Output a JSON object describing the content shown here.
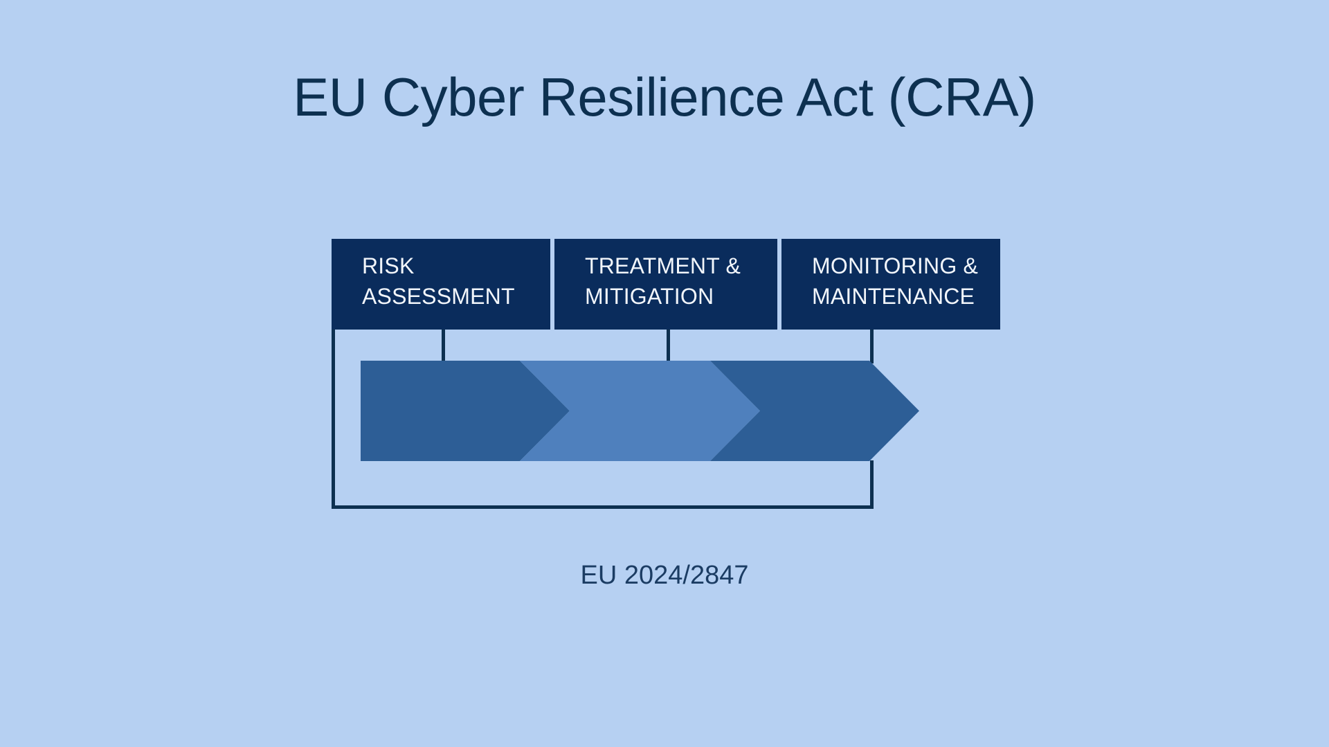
{
  "slide": {
    "title": "EU Cyber Resilience Act (CRA)",
    "caption": "EU 2024/2847",
    "background_color": "#b6d0f2",
    "title_color": "#0d3050",
    "caption_color": "#1b3c63"
  },
  "phases": [
    {
      "id": "risk-assessment",
      "label": "RISK\nASSESSMENT",
      "box_color": "#0a2c5c",
      "text_color": "#f2f6fb",
      "arrow_color": "#2d5e96"
    },
    {
      "id": "treatment-mitigation",
      "label": "TREATMENT &\nMITIGATION",
      "box_color": "#0a2c5c",
      "text_color": "#f2f6fb",
      "arrow_color": "#4f80bd"
    },
    {
      "id": "monitoring-maintenance",
      "label": "MONITORING &\nMAINTENANCE",
      "box_color": "#0a2c5c",
      "text_color": "#f2f6fb",
      "arrow_color": "#2d5e96"
    }
  ],
  "connectors": {
    "line_color": "#0d3050"
  },
  "chart_data": {
    "type": "diagram",
    "diagram_kind": "process-chevron-flow",
    "title": "EU Cyber Resilience Act (CRA)",
    "subtitle": "EU 2024/2847",
    "stages": [
      "RISK ASSESSMENT",
      "TREATMENT & MITIGATION",
      "MONITORING & MAINTENANCE"
    ],
    "stage_colors": [
      "#2d5e96",
      "#4f80bd",
      "#2d5e96"
    ],
    "direction": "left-to-right",
    "feedback_loop": true,
    "feedback_from": "MONITORING & MAINTENANCE",
    "feedback_to": "RISK ASSESSMENT"
  }
}
